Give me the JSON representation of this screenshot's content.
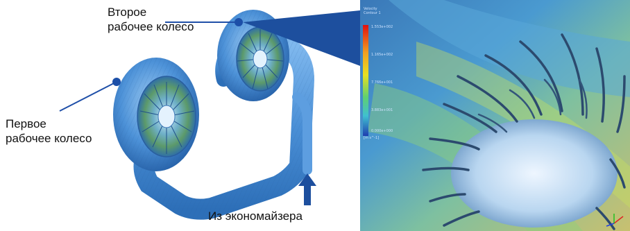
{
  "labels": {
    "second_wheel": "Второе\nрабочее колесо",
    "first_wheel": "Первое\nрабочее колесо",
    "economizer": "Из экономайзера"
  },
  "legend": {
    "header": "Velocity\nContour 1",
    "values": [
      "1.553e+002",
      "1.165e+002",
      "7.766e+001",
      "3.883e+001",
      "0.000e+000"
    ],
    "unit": "[m s^-1]"
  },
  "colors": {
    "callout_line": "#1f4fa8",
    "callout_dot": "#1c4fa8",
    "arrow": "#1d4f9e",
    "housing": "#4b8fd8",
    "legend_top": "#e01010",
    "legend_mid": "#e8e020",
    "legend_low": "#3fc0d0",
    "legend_bottom": "#1f3fb0"
  },
  "icons": {
    "up_arrow": "up-arrow-icon",
    "callout_dot": "callout-dot-icon"
  }
}
